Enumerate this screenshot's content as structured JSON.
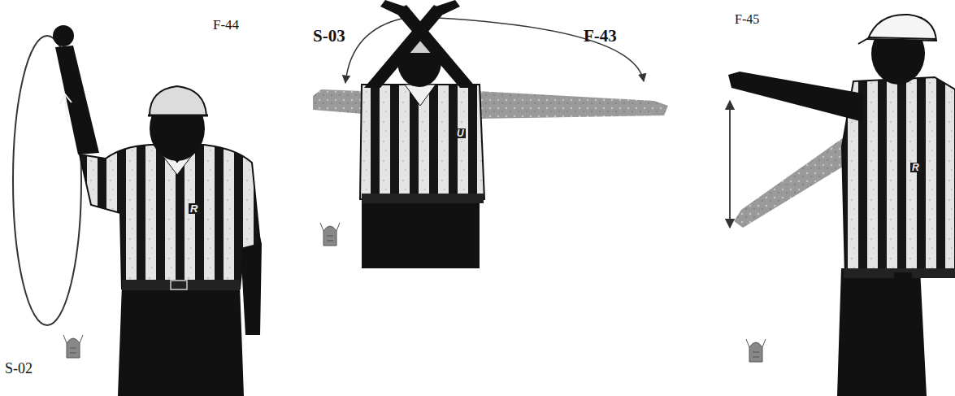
{
  "diagram": {
    "labels": [
      "F-44",
      "R",
      "S-02",
      "S-03",
      "U",
      "F-43",
      "F-45",
      "R"
    ]
  }
}
